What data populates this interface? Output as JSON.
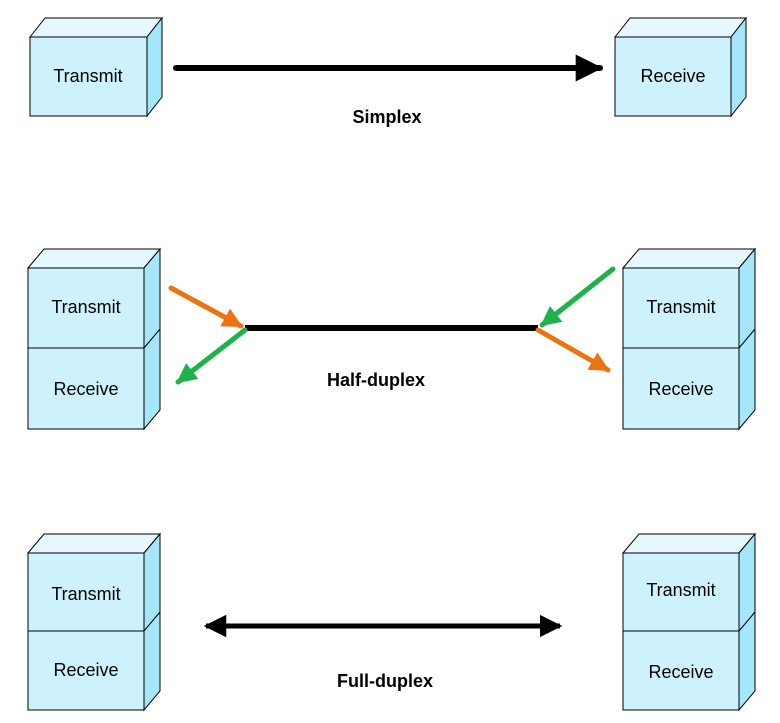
{
  "colors": {
    "box_front": "#cdf2fd",
    "box_top": "#e4f8fe",
    "box_side": "#a5e6fb",
    "box_stroke": "#000000",
    "line": "#000000",
    "orange_arrow": "#ec7311",
    "green_arrow": "#1db34a"
  },
  "simplex": {
    "caption": "Simplex",
    "left_label": "Transmit",
    "right_label": "Receive"
  },
  "half_duplex": {
    "caption": "Half-duplex",
    "left_top_label": "Transmit",
    "left_bottom_label": "Receive",
    "right_top_label": "Transmit",
    "right_bottom_label": "Receive"
  },
  "full_duplex": {
    "caption": "Full-duplex",
    "left_top_label": "Transmit",
    "left_bottom_label": "Receive",
    "right_top_label": "Transmit",
    "right_bottom_label": "Receive"
  }
}
